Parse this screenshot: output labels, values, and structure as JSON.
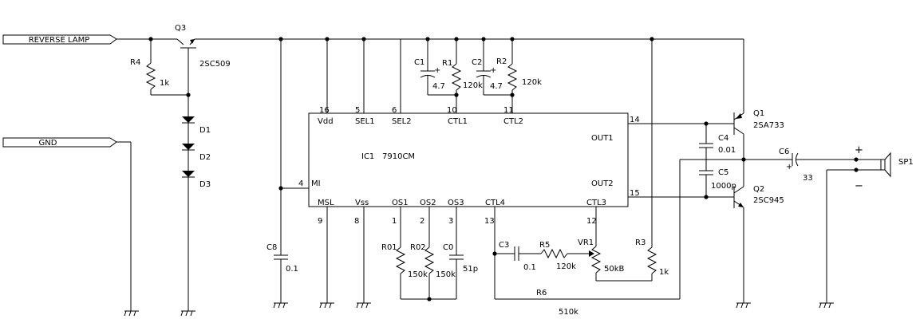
{
  "inputs": {
    "reverse_lamp": "REVERSE LAMP",
    "gnd": "GND"
  },
  "ic": {
    "name": "IC1",
    "part": "7910CM",
    "pins": {
      "vdd": {
        "num": "16",
        "name": "Vdd"
      },
      "sel1": {
        "num": "5",
        "name": "SEL1"
      },
      "sel2": {
        "num": "6",
        "name": "SEL2"
      },
      "ctl1": {
        "num": "10",
        "name": "CTL1"
      },
      "ctl2": {
        "num": "11",
        "name": "CTL2"
      },
      "out1": {
        "num": "14",
        "name": "OUT1"
      },
      "out2": {
        "num": "15",
        "name": "OUT2"
      },
      "mi": {
        "num": "4",
        "name": "MI"
      },
      "msl": {
        "num": "9",
        "name": "MSL"
      },
      "vss": {
        "num": "8",
        "name": "Vss"
      },
      "os1": {
        "num": "1",
        "name": "OS1"
      },
      "os2": {
        "num": "2",
        "name": "OS2"
      },
      "os3": {
        "num": "3",
        "name": "OS3"
      },
      "ctl4": {
        "num": "13",
        "name": "CTL4"
      },
      "ctl3": {
        "num": "12",
        "name": "CTL3"
      }
    }
  },
  "components": {
    "q3": {
      "ref": "Q3",
      "value": "2SC509"
    },
    "q1": {
      "ref": "Q1",
      "value": "2SA733"
    },
    "q2": {
      "ref": "Q2",
      "value": "2SC945"
    },
    "r4": {
      "ref": "R4",
      "value": "1k"
    },
    "d1": {
      "ref": "D1"
    },
    "d2": {
      "ref": "D2"
    },
    "d3": {
      "ref": "D3"
    },
    "c8": {
      "ref": "C8",
      "value": "0.1"
    },
    "c1": {
      "ref": "C1",
      "value": "4.7",
      "polarity": "+"
    },
    "r1": {
      "ref": "R1",
      "value": "120k"
    },
    "c2": {
      "ref": "C2",
      "value": "4.7",
      "polarity": "+"
    },
    "r2": {
      "ref": "R2",
      "value": "120k"
    },
    "c4": {
      "ref": "C4",
      "value": "0.01"
    },
    "c5": {
      "ref": "C5",
      "value": "1000p"
    },
    "c6": {
      "ref": "C6",
      "value": "33",
      "polarity": "+"
    },
    "r01": {
      "ref": "R01",
      "value": ""
    },
    "r02": {
      "ref": "R02",
      "value": "150k"
    },
    "r01_value": "150k",
    "c0": {
      "ref": "C0",
      "value": "51p"
    },
    "c3": {
      "ref": "C3",
      "value": "0.1"
    },
    "r5": {
      "ref": "R5",
      "value": "120k"
    },
    "vr1": {
      "ref": "VR1",
      "value": "50kB"
    },
    "r3": {
      "ref": "R3",
      "value": "1k"
    },
    "r6": {
      "ref": "R6",
      "value": "510k"
    },
    "sp1": {
      "ref": "SP1",
      "plus": "+",
      "minus": "−"
    }
  }
}
